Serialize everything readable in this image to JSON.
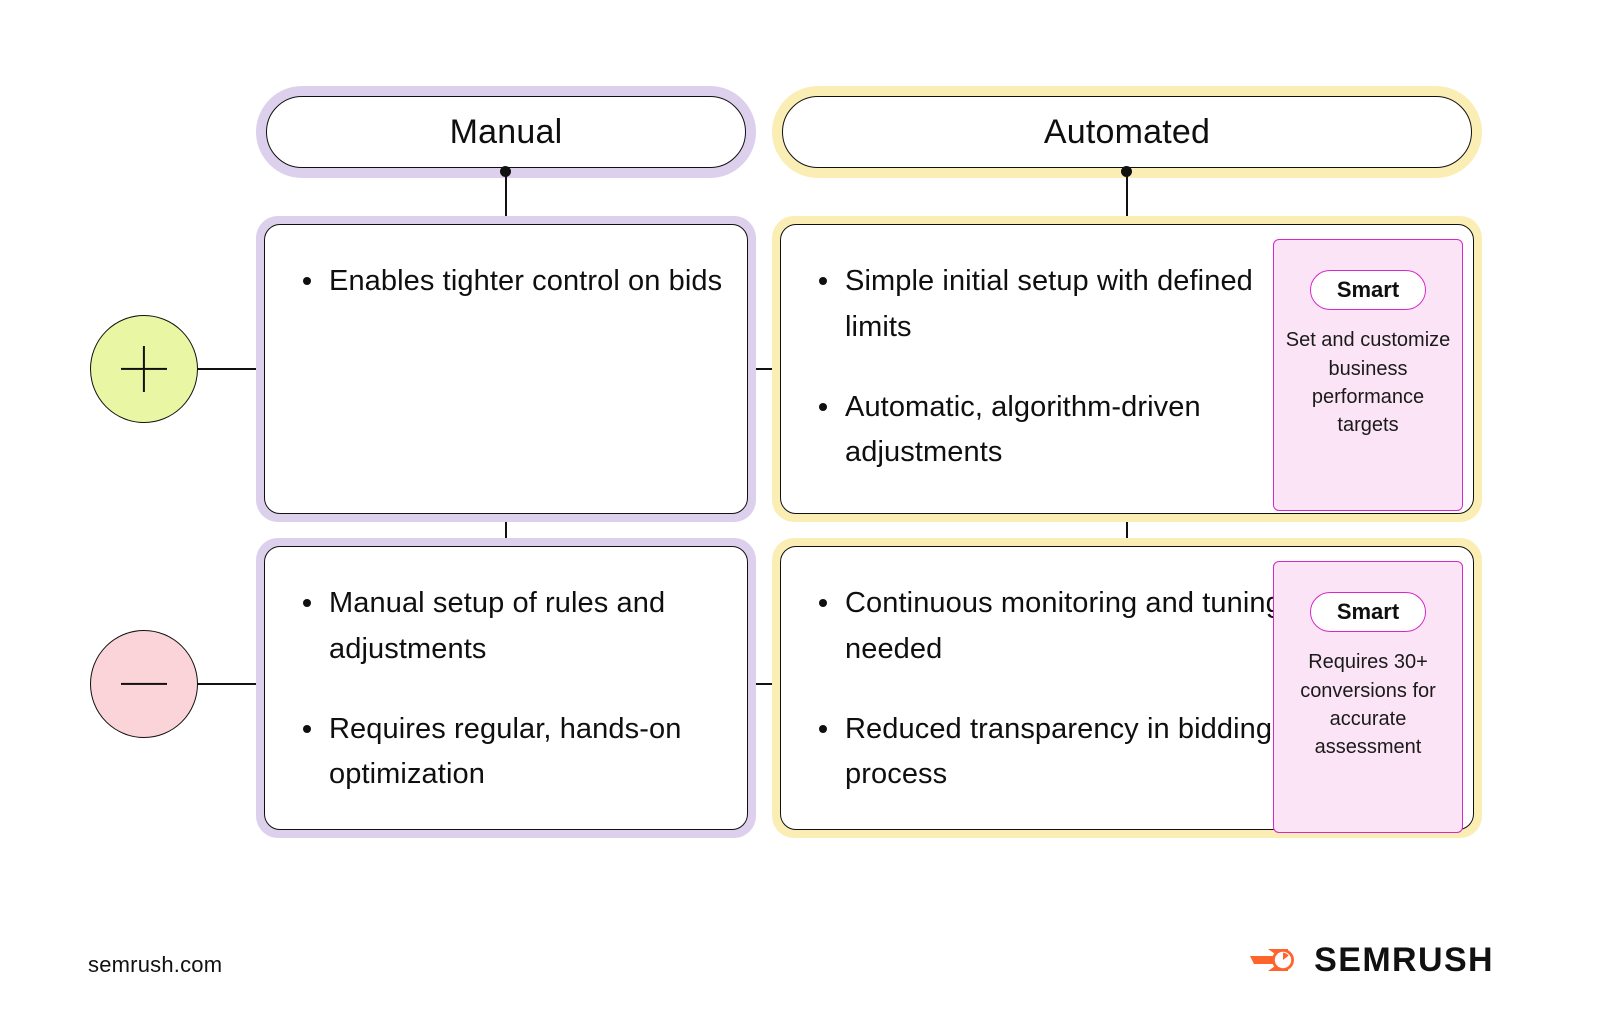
{
  "columns": [
    {
      "id": "manual",
      "title": "Manual",
      "accent": "#ddd0ec"
    },
    {
      "id": "automated",
      "title": "Automated",
      "accent": "#fbeeb5"
    }
  ],
  "rows": [
    {
      "id": "pros",
      "sign": "+",
      "sign_color": "#e9f7a5"
    },
    {
      "id": "cons",
      "sign": "—",
      "sign_color": "#fbd4d9"
    }
  ],
  "cells": {
    "manual_pros": {
      "bullets": [
        "Enables tighter control on bids"
      ]
    },
    "manual_cons": {
      "bullets": [
        "Manual setup of rules and adjustments",
        "Requires regular, hands-on optimization"
      ]
    },
    "automated_pros": {
      "bullets": [
        "Simple initial setup with defined limits",
        "Automatic, algorithm-driven adjustments"
      ],
      "callout": {
        "badge": "Smart",
        "text": "Set and customize business performance targets",
        "border_color": "#d628c8",
        "fill_color": "#fce4f7"
      }
    },
    "automated_cons": {
      "bullets": [
        "Continuous monitoring and tuning needed",
        "Reduced transparency in bidding process"
      ],
      "callout": {
        "badge": "Smart",
        "text": "Requires 30+ conversions for accurate assessment",
        "border_color": "#d628c8",
        "fill_color": "#fce4f7"
      }
    }
  },
  "footer": {
    "url": "semrush.com",
    "brand": "SEMRUSH",
    "brand_color": "#ff642d"
  }
}
